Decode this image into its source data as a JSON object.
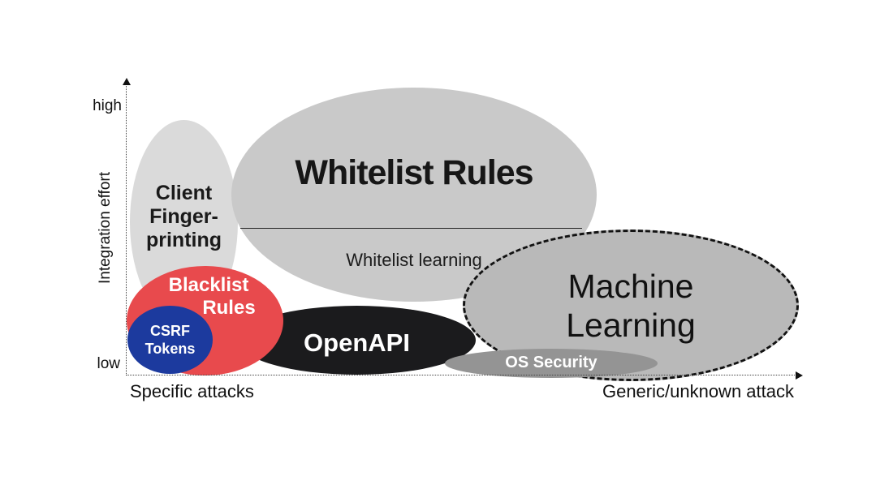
{
  "figure": {
    "description": "Positioning diagram of web security approaches by integration effort versus attack specificity"
  },
  "axes": {
    "y_label": "Integration effort",
    "y_tick_high": "high",
    "y_tick_low": "low",
    "x_label_left": "Specific attacks",
    "x_label_right": "Generic/unknown attack"
  },
  "colors": {
    "client_fingerprinting_fill": "#dadada",
    "whitelist_fill": "#c9c9c9",
    "machine_learning_fill": "#b9b9b9",
    "machine_learning_border": "#121212",
    "blacklist_fill": "#e84a4d",
    "csrf_fill": "#1c3a9e",
    "openapi_fill": "#1b1b1d",
    "os_security_fill": "#949494",
    "dark_text": "#111111",
    "light_text": "#ffffff"
  },
  "bubbles": {
    "client_fingerprinting": {
      "lines": [
        "Client",
        "Finger-",
        "printing"
      ]
    },
    "whitelist_rules": {
      "title": "Whitelist Rules",
      "sub_label": "Whitelist learning"
    },
    "machine_learning": {
      "lines": [
        "Machine",
        "Learning"
      ]
    },
    "blacklist_rules": {
      "lines": [
        "Blacklist",
        "Rules"
      ]
    },
    "csrf_tokens": {
      "lines": [
        "CSRF",
        "Tokens"
      ]
    },
    "openapi": {
      "label": "OpenAPI"
    },
    "os_security": {
      "label": "OS Security"
    }
  }
}
